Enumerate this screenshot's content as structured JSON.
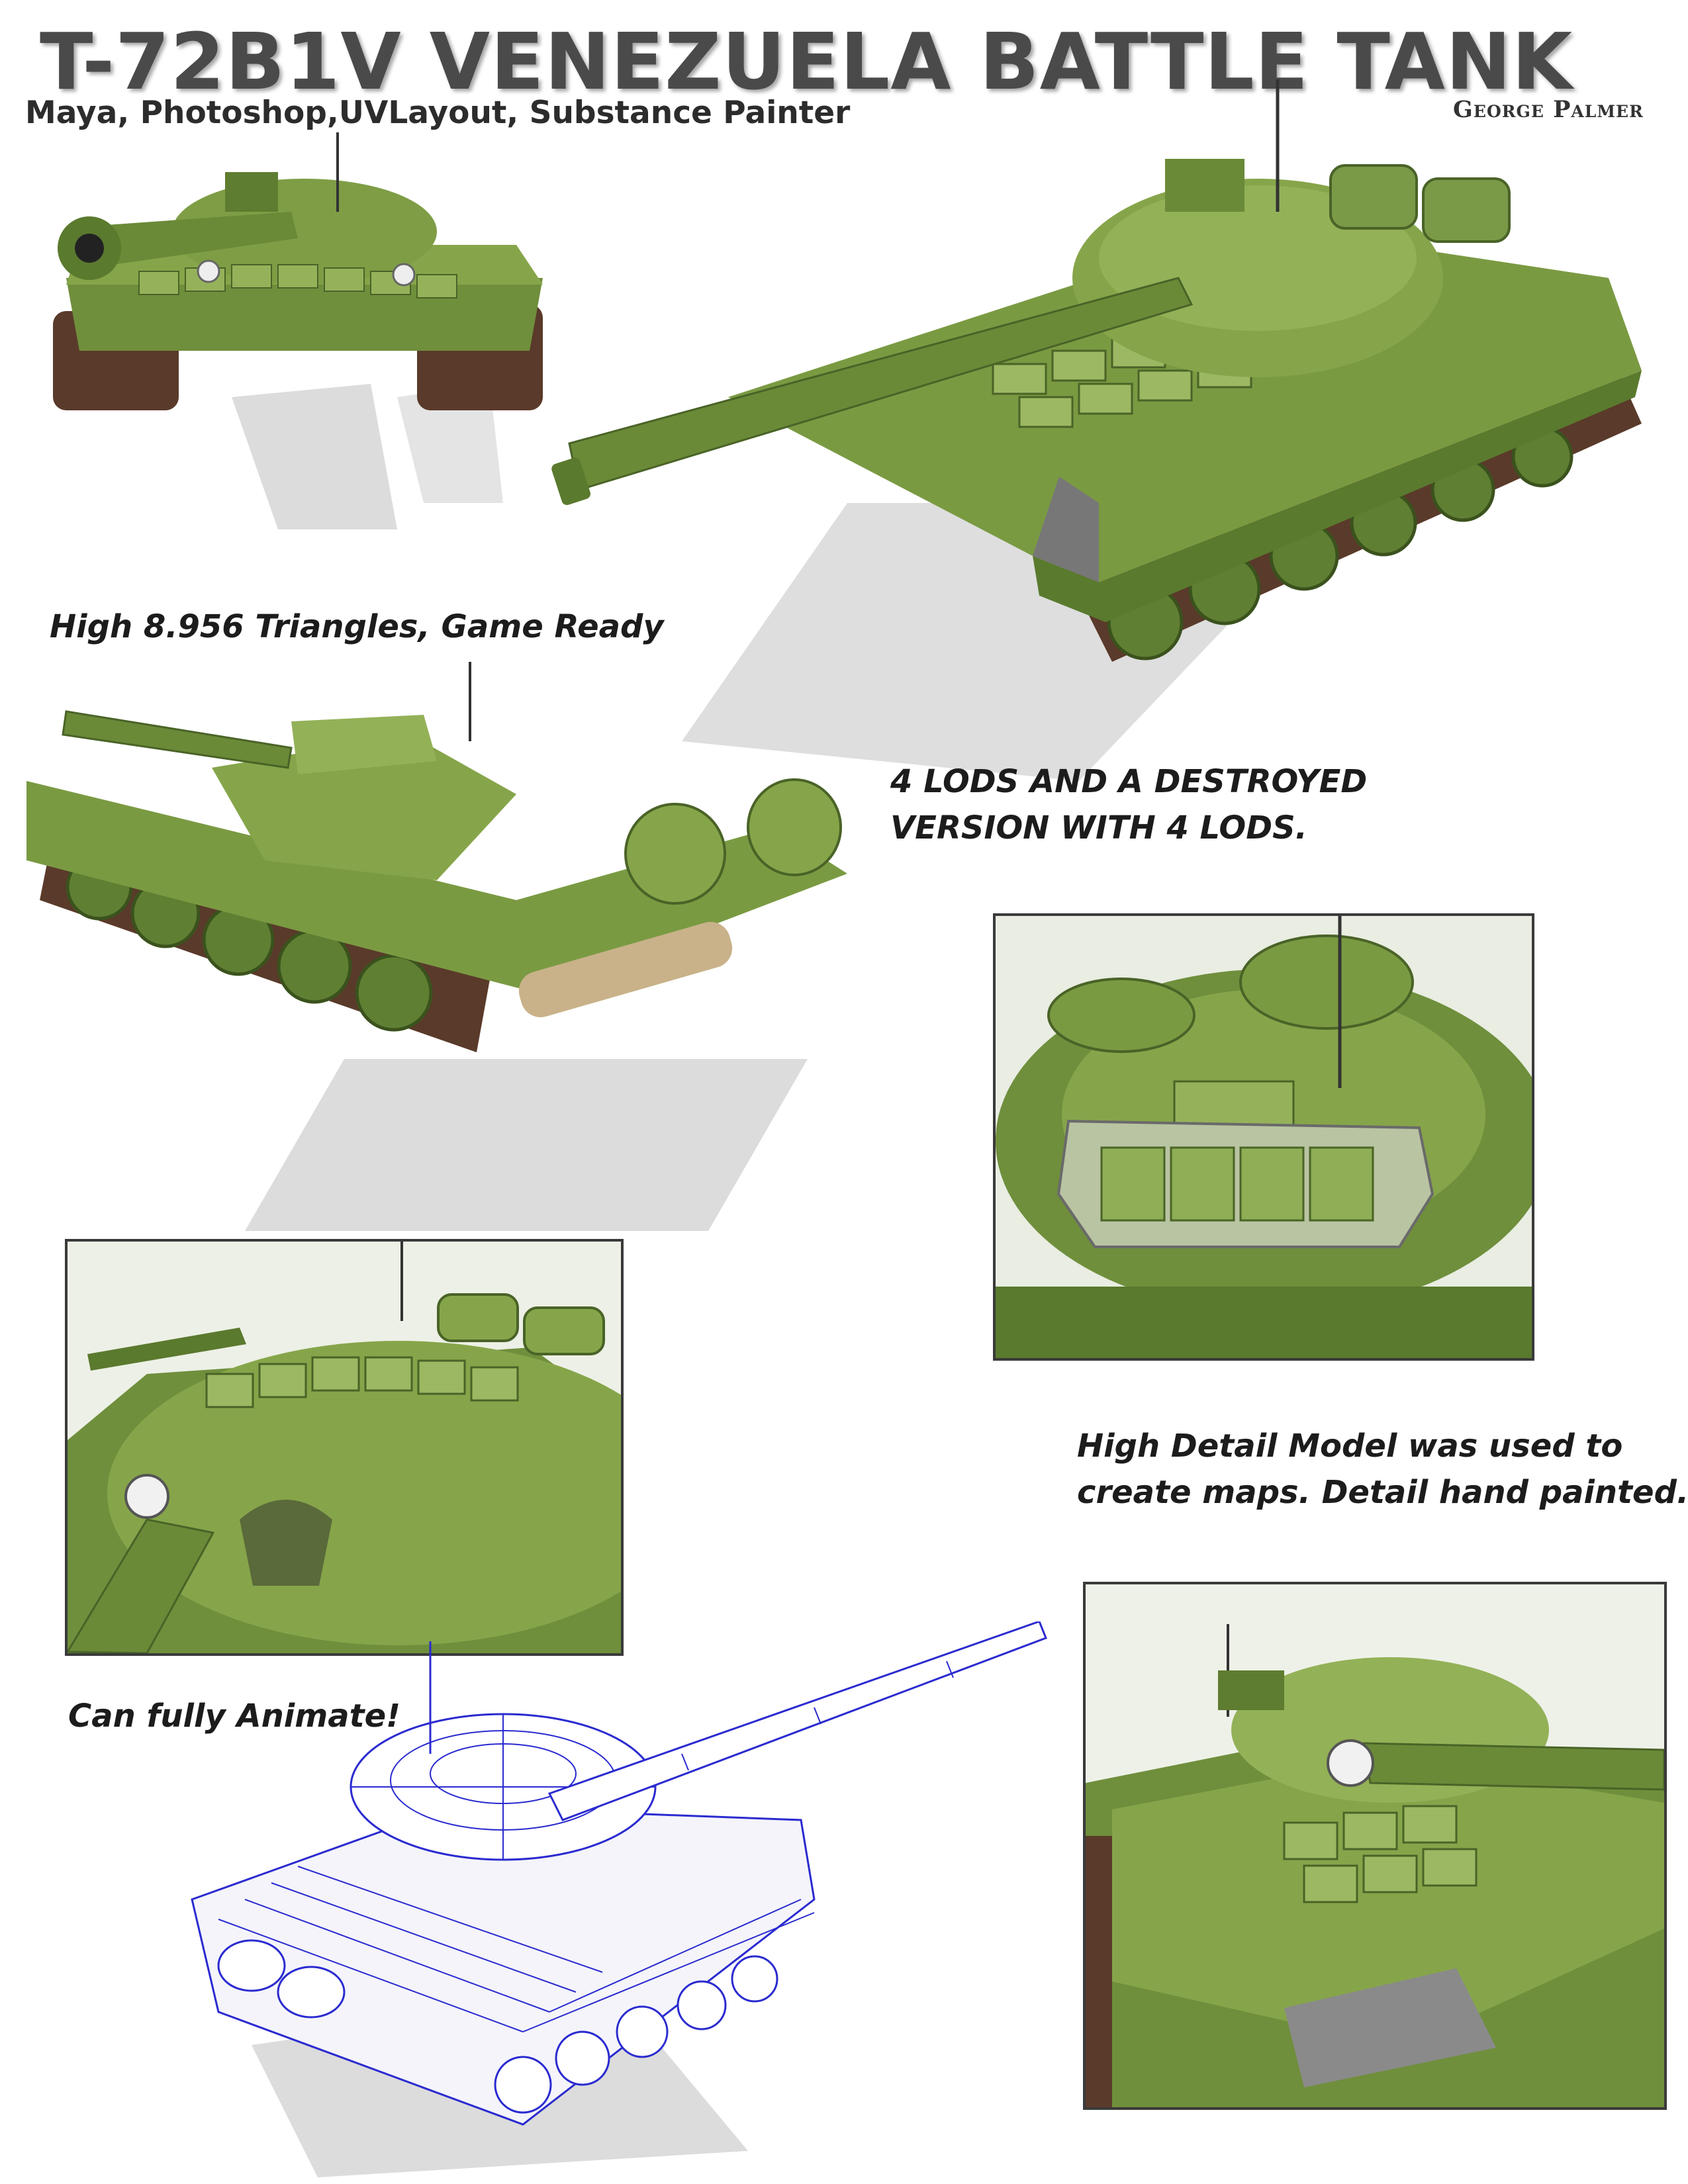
{
  "header": {
    "title": "T-72B1V  VENEZUELA BATTLE TANK",
    "subtitle": "Maya, Photoshop,UVLayout, Substance Painter",
    "author": "George Palmer"
  },
  "captions": {
    "triangles": "High 8.956 Triangles, Game Ready",
    "lods_line1": "4 LODS AND A DESTROYED",
    "lods_line2": "VERSION WITH 4 LODS.",
    "detail_line1": "High Detail Model was used to",
    "detail_line2": "create maps. Detail hand painted.",
    "animate": "Can fully Animate!"
  },
  "colors": {
    "tank_green": "#6f8f3c",
    "tank_dark": "#4a6327",
    "tank_light": "#a7bf6c",
    "track": "#5a3a2a",
    "wire": "#2b2bd0",
    "shadow": "#d9d9d9"
  }
}
